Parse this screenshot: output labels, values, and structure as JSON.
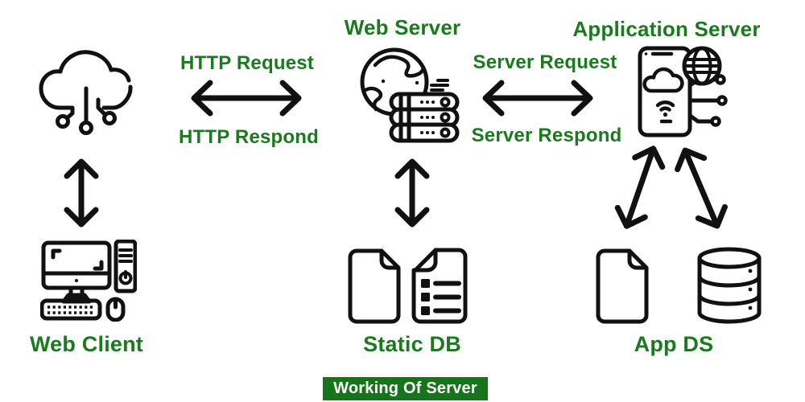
{
  "colors": {
    "background": "#ffffff",
    "label_green": "#1a7a1e",
    "icon_black": "#111111",
    "banner_bg": "#16741a",
    "banner_text": "#ffffff"
  },
  "nodes": {
    "internet_cloud": {
      "icon": "cloud-network-icon"
    },
    "web_client": {
      "label": "Web Client",
      "icon": "desktop-computer-icon"
    },
    "web_server": {
      "label": "Web Server",
      "icon": "globe-server-rack-icon"
    },
    "application_server": {
      "label": "Application Server",
      "icon": "mobile-app-server-icon"
    },
    "static_db": {
      "label": "Static DB",
      "icons": [
        "blank-document-icon",
        "list-document-icon"
      ]
    },
    "app_ds": {
      "label": "App DS",
      "icons": [
        "blank-document-icon",
        "database-cylinder-icon"
      ]
    }
  },
  "connections": {
    "client_server": {
      "request_label": "HTTP Request",
      "respond_label": "HTTP Respond",
      "arrow": "double-headed-horizontal"
    },
    "server_app": {
      "request_label": "Server Request",
      "respond_label": "Server Respond",
      "arrow": "double-headed-horizontal"
    },
    "cloud_client": {
      "arrow": "double-headed-vertical"
    },
    "server_staticdb": {
      "arrow": "double-headed-vertical"
    },
    "app_document": {
      "arrow": "double-headed-diagonal"
    },
    "app_database": {
      "arrow": "double-headed-diagonal"
    }
  },
  "caption": {
    "text": "Working Of Server"
  }
}
